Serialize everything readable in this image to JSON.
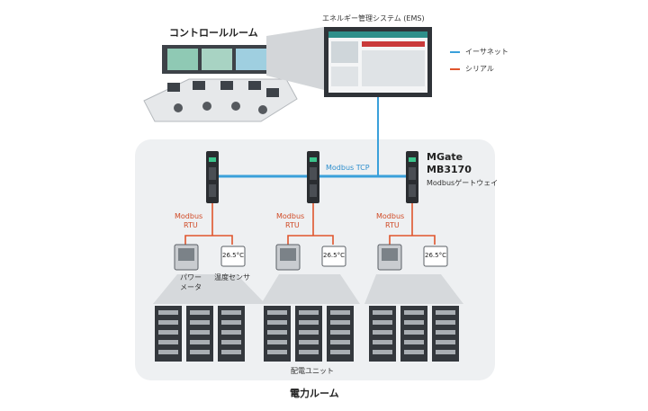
{
  "control_room": {
    "title": "コントロールルーム"
  },
  "ems": {
    "title": "エネルギー管理システム (EMS)"
  },
  "legend": [
    {
      "label": "イーサネット",
      "color": "#3aa0da"
    },
    {
      "label": "シリアル",
      "color": "#e0552d"
    }
  ],
  "network": {
    "modbus_tcp_label": "Modbus TCP",
    "gateway": {
      "name_line1": "MGate",
      "name_line2": "MB3170",
      "subtitle": "Modbusゲートウェイ"
    },
    "rtu_label_line1": "Modbus",
    "rtu_label_line2": "RTU"
  },
  "devices": {
    "power_meter_line1": "パワー",
    "power_meter_line2": "メータ",
    "temp_sensor": "温度センサ",
    "temp_display": "26.5°C"
  },
  "power_room": {
    "title": "電力ルーム",
    "distribution_unit": "配電ユニット"
  },
  "colors": {
    "ethernet": "#3aa0da",
    "serial": "#e0552d",
    "room_bg": "#eef0f2"
  }
}
